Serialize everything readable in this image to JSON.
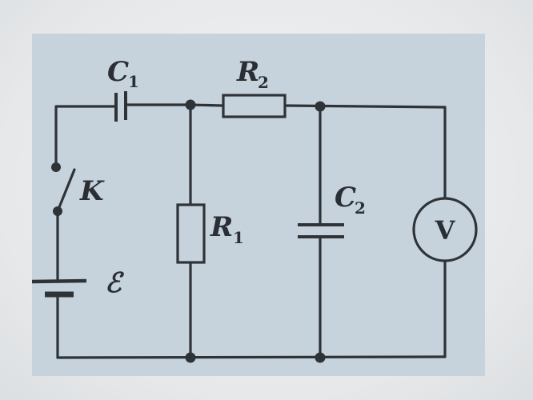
{
  "labels": {
    "c1_main": "C",
    "c1_sub": "1",
    "r2_main": "R",
    "r2_sub": "2",
    "k": "K",
    "r1_main": "R",
    "r1_sub": "1",
    "c2_main": "C",
    "c2_sub": "2",
    "voltmeter": "V",
    "emf": "ℰ"
  },
  "colors": {
    "page_background": "#c7d3dc",
    "ink": "#2e3338"
  }
}
